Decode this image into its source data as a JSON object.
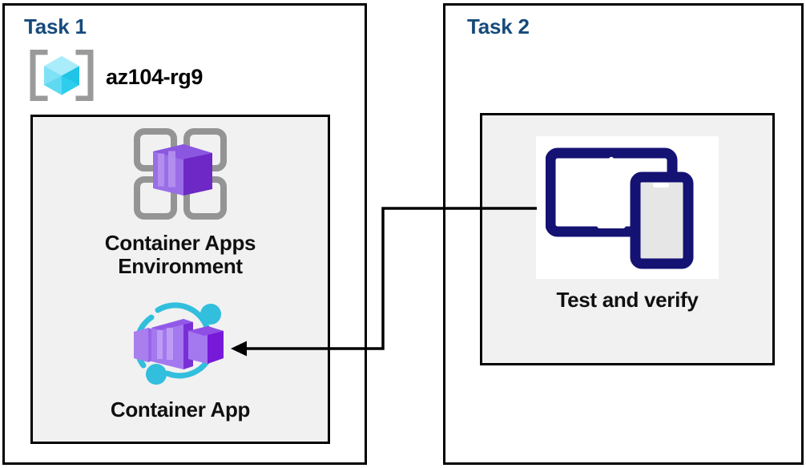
{
  "diagram": {
    "title_color": "#164a7b",
    "background": "#ffffff",
    "panel_border": "#000000",
    "inner_box_fill": "#f1f1f1",
    "connector_color": "#000000"
  },
  "panels": [
    {
      "id": "task1",
      "title": "Task 1",
      "resource_group": {
        "icon": "resource-group-icon",
        "label": "az104-rg9",
        "icon_colors": {
          "bracket": "#9a9a9a",
          "cube_light": "#9fe8f7",
          "cube_mid": "#32d0ee",
          "cube_dark": "#17b8de"
        }
      },
      "nodes": [
        {
          "id": "container-apps-environment",
          "icon": "container-apps-environment-icon",
          "label": "Container Apps\nEnvironment",
          "icon_colors": {
            "grid": "#949494",
            "box_light": "#a27ee8",
            "box_mid": "#8661d9",
            "box_dark": "#6b2fc4"
          }
        },
        {
          "id": "container-app",
          "icon": "container-app-icon",
          "label": "Container App",
          "icon_colors": {
            "arc": "#32bedd",
            "dot": "#32bedd",
            "box_light": "#b18bf0",
            "box_mid": "#9154e8",
            "box_dark": "#7719d8"
          }
        }
      ]
    },
    {
      "id": "task2",
      "title": "Task 2",
      "nodes": [
        {
          "id": "test-and-verify",
          "icon": "test-and-verify-icon",
          "label": "Test and verify",
          "icon_colors": {
            "device": "#141273",
            "screen": "#ffffff",
            "phone_screen": "#e6e6e6",
            "plate": "#ffffff"
          }
        }
      ]
    }
  ],
  "connectors": [
    {
      "id": "test-to-container-app",
      "from": "test-and-verify",
      "to": "container-app",
      "arrow": "left",
      "color": "#000000"
    }
  ]
}
